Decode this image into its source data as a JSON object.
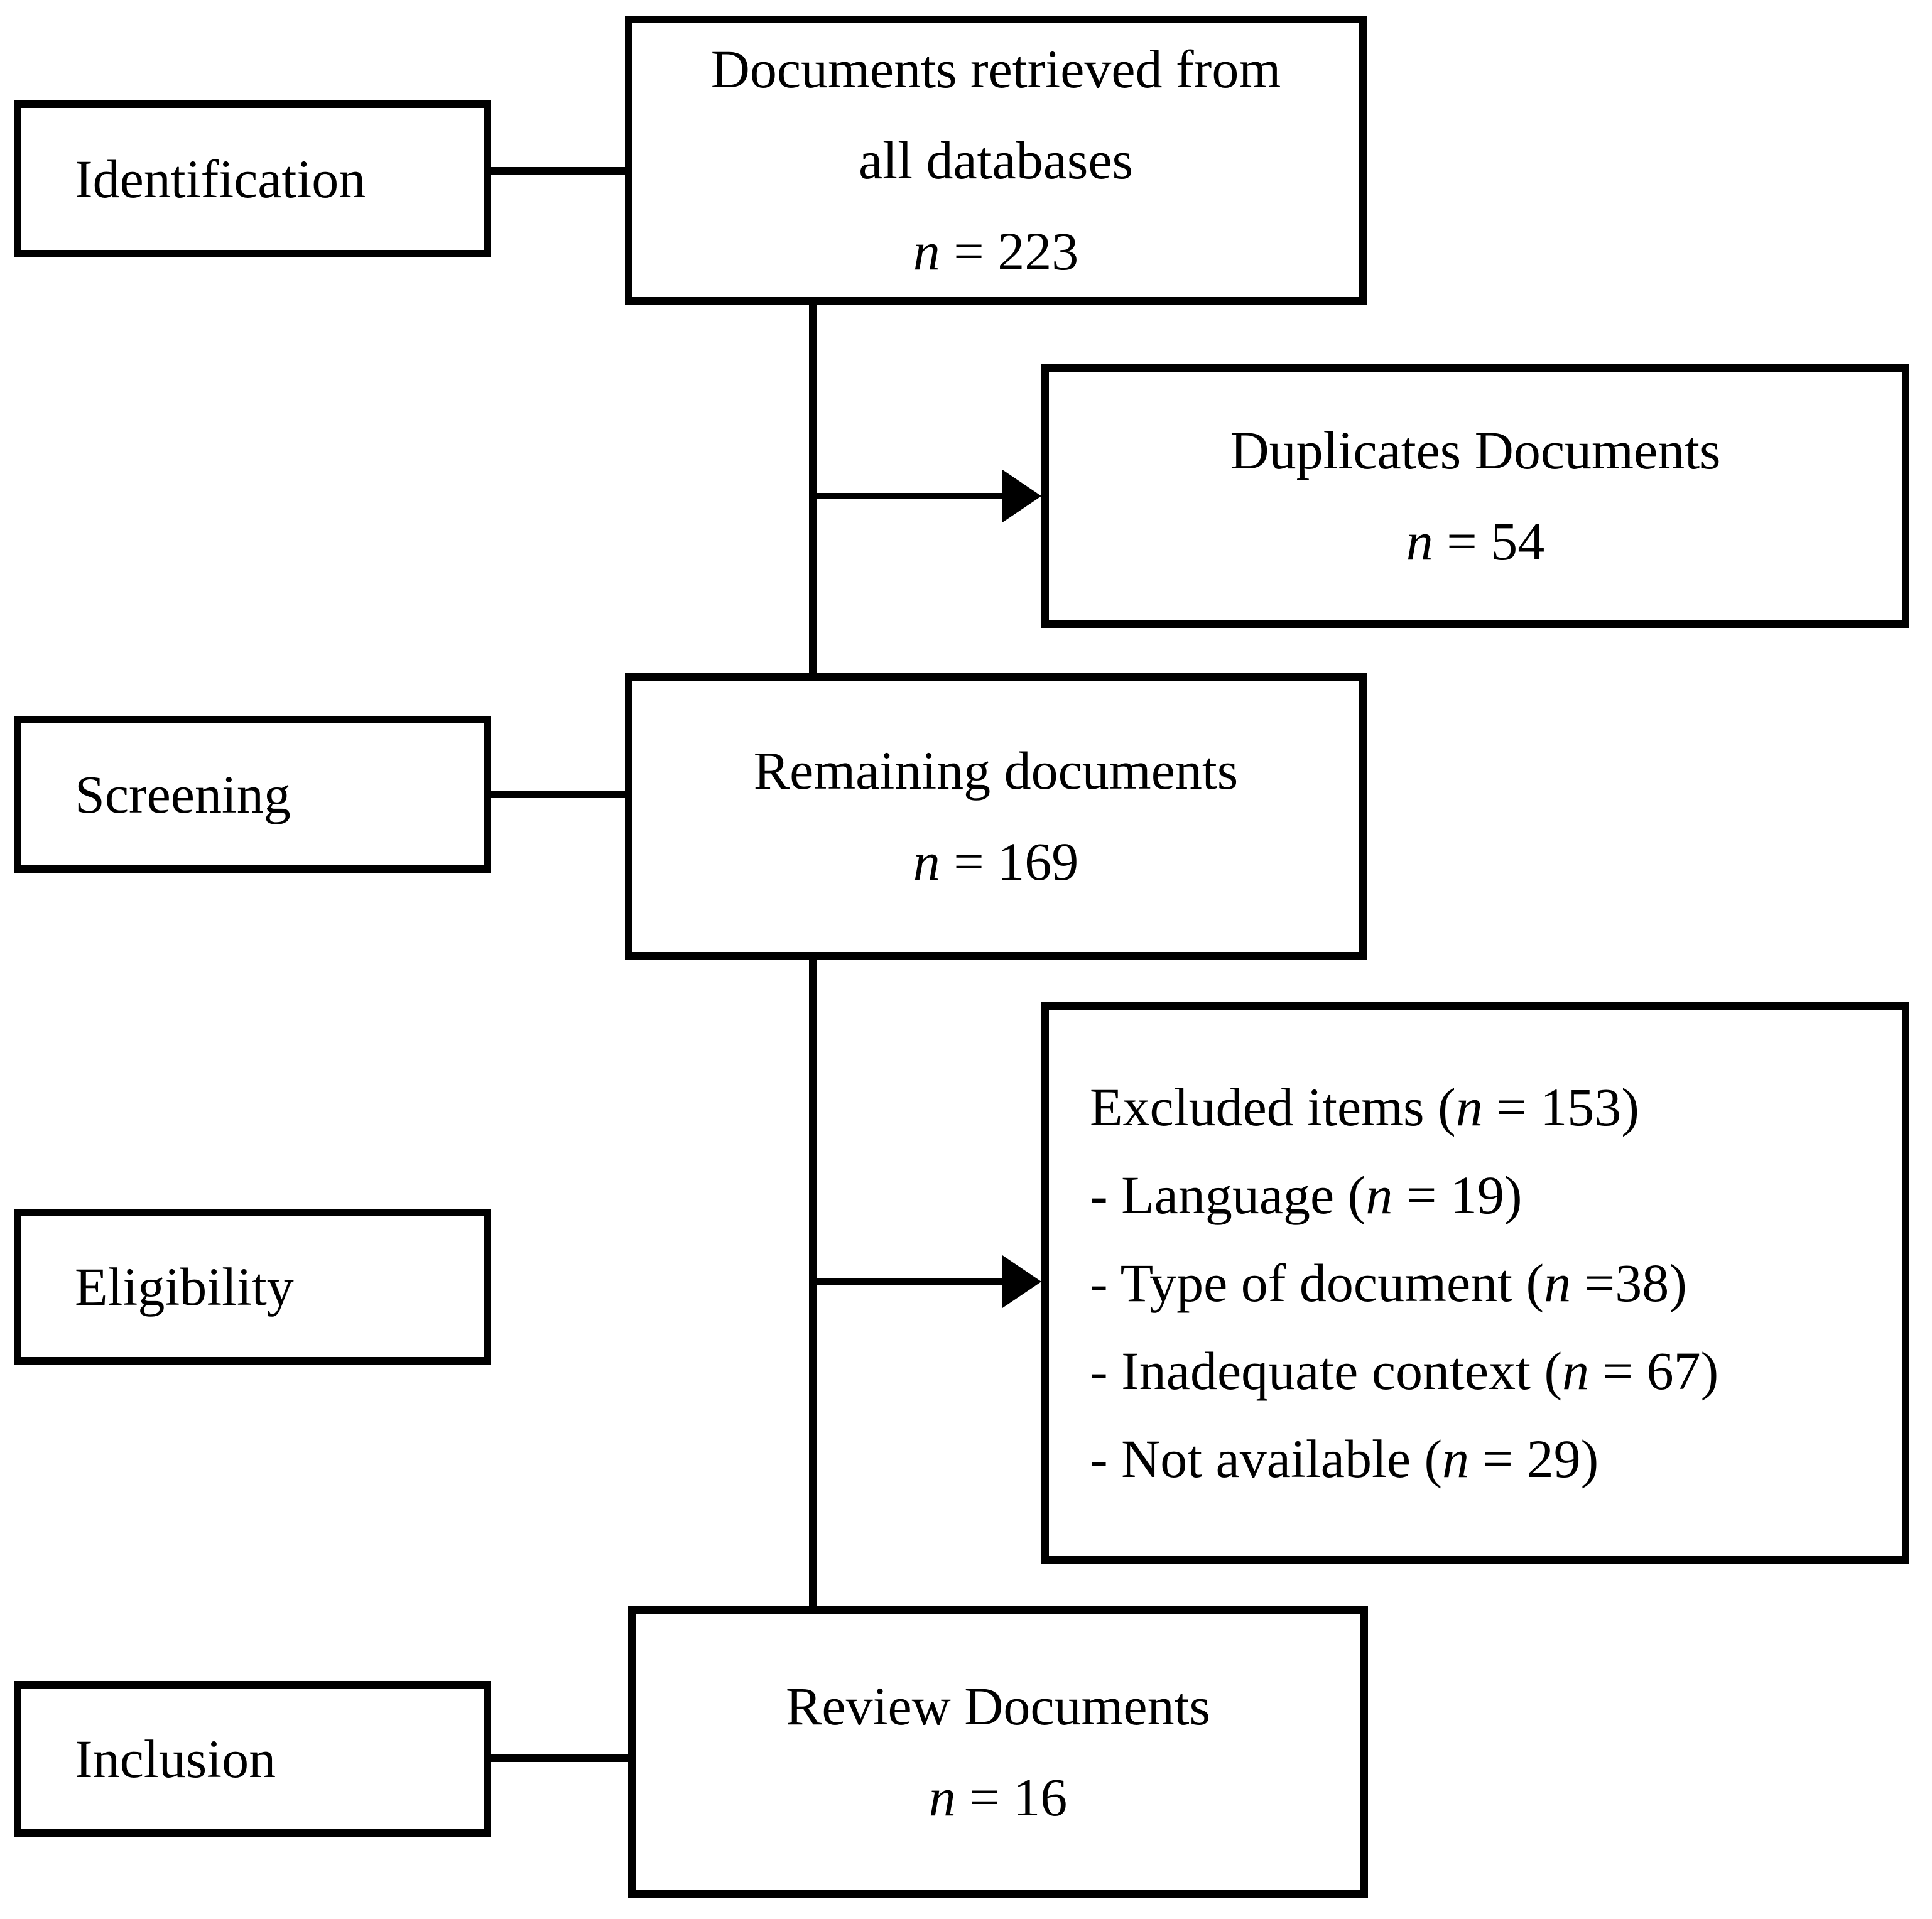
{
  "figure": {
    "n_label": "n",
    "stages": [
      {
        "label": "Identification"
      },
      {
        "label": "Screening"
      },
      {
        "label": "Eligibility"
      },
      {
        "label": "Inclusion"
      }
    ],
    "boxes": {
      "retrieved": {
        "line1": "Documents retrieved from",
        "line2": "all databases",
        "count_post": " = 223"
      },
      "duplicates": {
        "line1": "Duplicates Documents",
        "count_post": " = 54"
      },
      "remaining": {
        "line1": "Remaining documents",
        "count_post": " = 169"
      },
      "excluded": {
        "title_pre": "Excluded items (",
        "title_post": " = 153)",
        "items": [
          {
            "pre": "- Language (",
            "post": " = 19)"
          },
          {
            "pre": "- Type of document (",
            "post": " =38)"
          },
          {
            "pre": "- Inadequate context (",
            "post": " = 67)"
          },
          {
            "pre": "- Not available (",
            "post": " = 29)"
          }
        ]
      },
      "review": {
        "line1": "Review Documents",
        "count_post": " = 16"
      }
    },
    "colors": {
      "ink": "#000000",
      "background": "#ffffff"
    }
  }
}
